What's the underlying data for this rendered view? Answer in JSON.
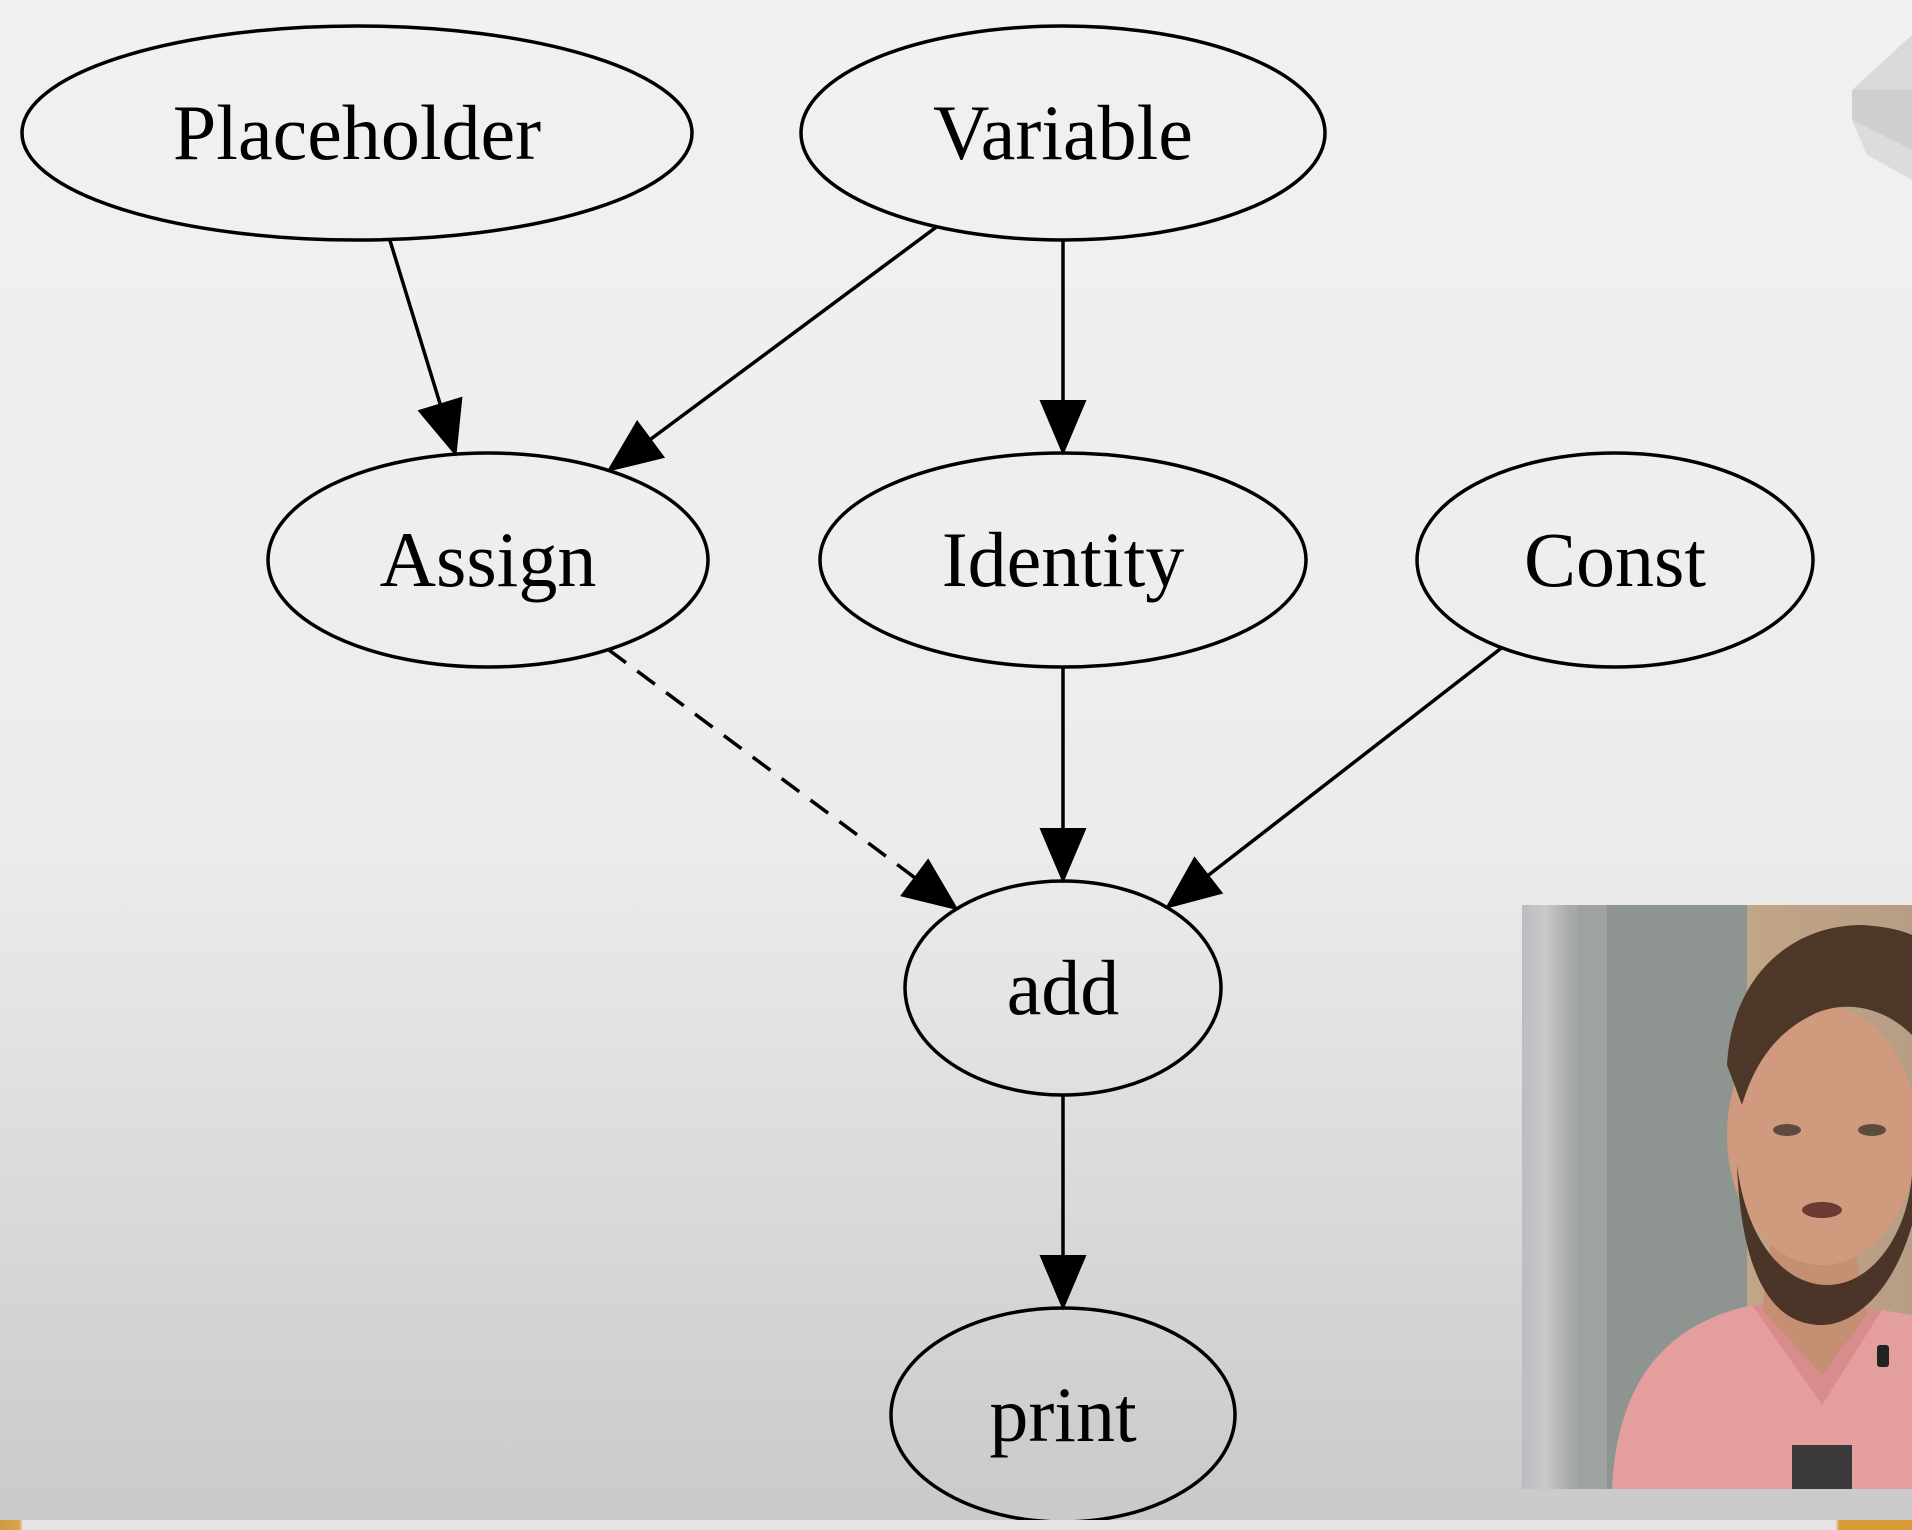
{
  "diagram": {
    "nodes": [
      {
        "id": "placeholder",
        "label": "Placeholder"
      },
      {
        "id": "variable",
        "label": "Variable"
      },
      {
        "id": "assign",
        "label": "Assign"
      },
      {
        "id": "identity",
        "label": "Identity"
      },
      {
        "id": "const",
        "label": "Const"
      },
      {
        "id": "add",
        "label": "add"
      },
      {
        "id": "print",
        "label": "print"
      }
    ],
    "edges": [
      {
        "from": "placeholder",
        "to": "assign",
        "style": "solid"
      },
      {
        "from": "variable",
        "to": "assign",
        "style": "solid"
      },
      {
        "from": "variable",
        "to": "identity",
        "style": "solid"
      },
      {
        "from": "assign",
        "to": "add",
        "style": "dashed"
      },
      {
        "from": "identity",
        "to": "add",
        "style": "solid"
      },
      {
        "from": "const",
        "to": "add",
        "style": "solid"
      },
      {
        "from": "add",
        "to": "print",
        "style": "solid"
      }
    ]
  },
  "overlay": {
    "webcam": "presenter-video",
    "logo": "logo-icon",
    "accent_color": "#d89b35"
  }
}
